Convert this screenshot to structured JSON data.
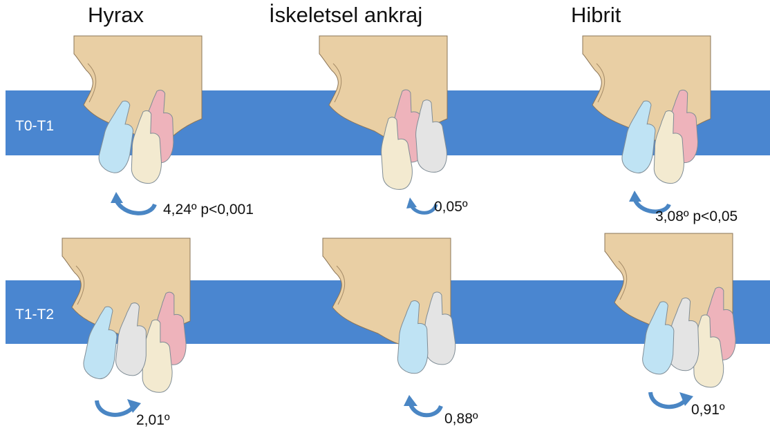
{
  "columns": [
    {
      "title": "Hyrax"
    },
    {
      "title": "İskeletsel ankraj"
    },
    {
      "title": "Hibrit"
    }
  ],
  "rows": [
    {
      "label": "T0-T1",
      "values": [
        "4,24º p<0,001",
        "0,05º",
        "3,08º p<0,05"
      ]
    },
    {
      "label": "T1-T2",
      "values": [
        "2,01º",
        "0,88º",
        "0,91º"
      ]
    }
  ],
  "colors": {
    "band": "#4a86d0",
    "bone": "#e9cfa4",
    "tooth_blue": "#bfe3f4",
    "tooth_pink": "#eeb3bb",
    "tooth_gray": "#e4e4e4",
    "tooth_cream": "#f3ead0",
    "arrow": "#4a86c4"
  }
}
